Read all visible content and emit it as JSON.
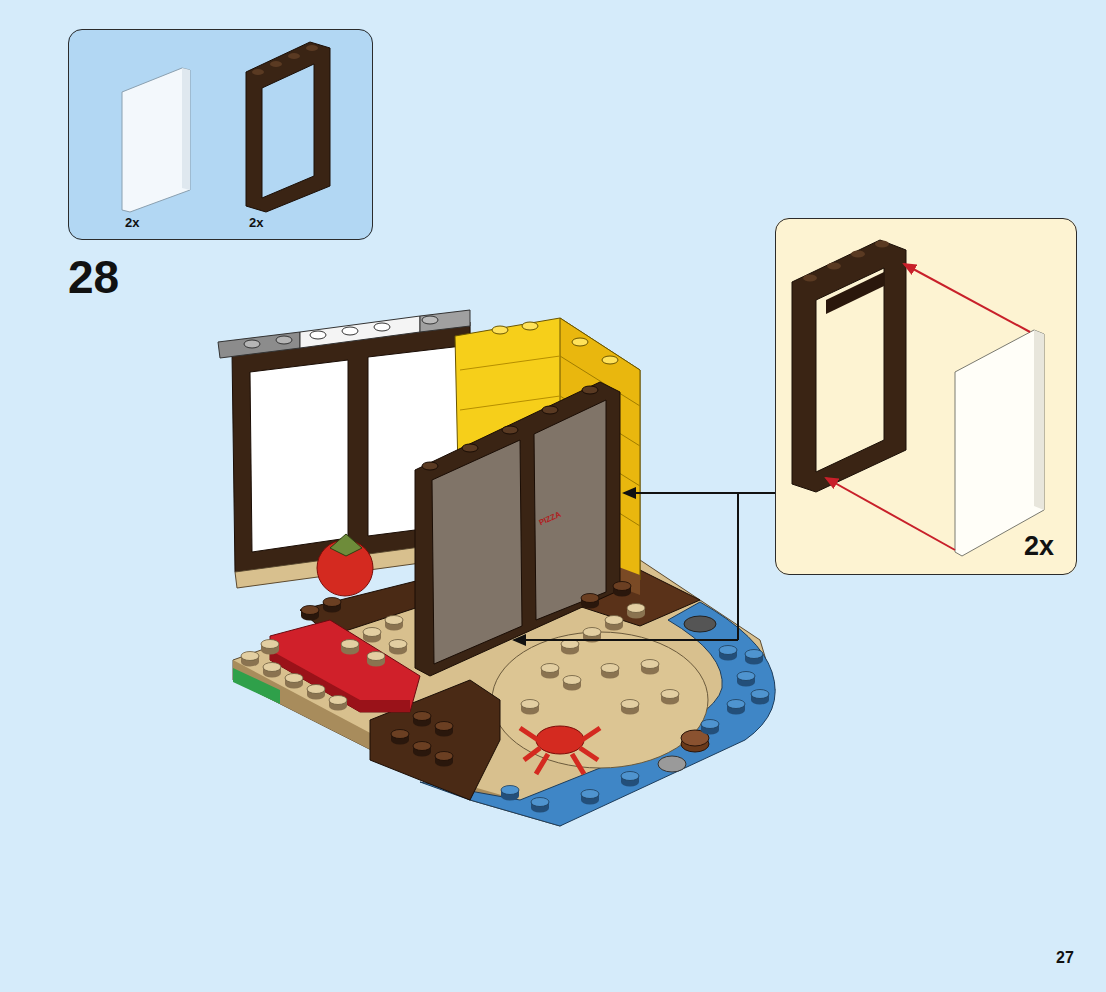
{
  "diagram": {
    "nodes": [
      {
        "text": [
          "2x",
          "2x"
        ]
      },
      {
        "text": [
          "2x"
        ]
      }
    ],
    "labels": [
      "28",
      "PIZZA",
      "27"
    ]
  }
}
